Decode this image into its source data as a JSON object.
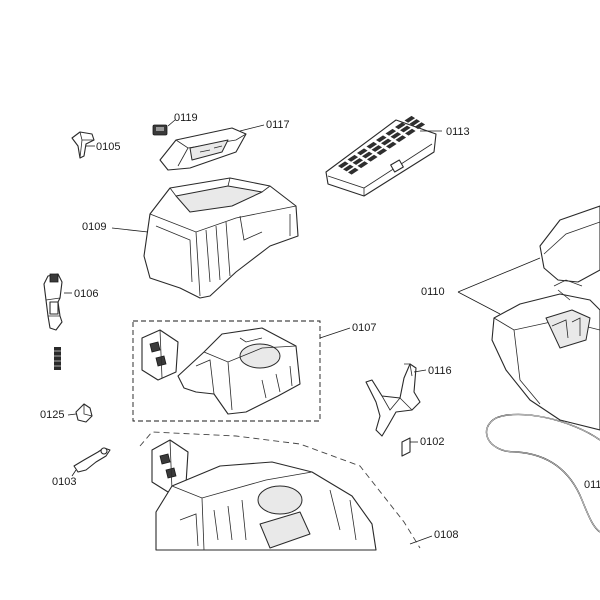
{
  "parts": {
    "p0105": "0105",
    "p0119": "0119",
    "p0117": "0117",
    "p0113": "0113",
    "p0109": "0109",
    "p0106": "0106",
    "p0110": "0110",
    "p0107": "0107",
    "p0116": "0116",
    "p0125": "0125",
    "p0102": "0102",
    "p0103": "0103",
    "p0108": "0108",
    "p011x": "011"
  }
}
